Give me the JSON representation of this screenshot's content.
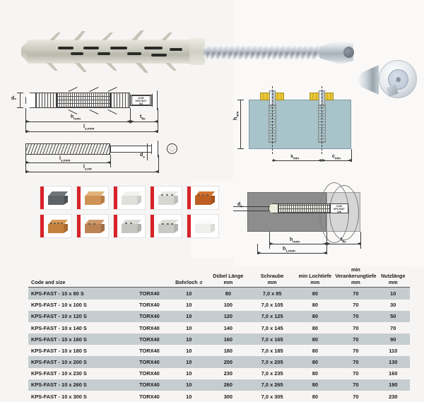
{
  "product": {
    "photo_alt": "frame-anchor-with-countersunk-torx-screw",
    "callout_alt": "torx-screw-head-detail"
  },
  "drawings": {
    "plug_elevation": {
      "label_d0": "d₀",
      "label_hnom": "h",
      "label_hnom_sub": "nom",
      "label_tfix": "t",
      "label_tfix_sub": "fix",
      "label_ltot": "l",
      "label_ltot_sub": "s,nom",
      "plug_marking_line1": "10-80",
      "plug_marking_line2": "KPS-FAST",
      "plug_marking_line3": "10S"
    },
    "screw_elevation": {
      "label_lsnom": "l",
      "label_lsnom_sub": "s,nom",
      "label_lstot": "l",
      "label_lstot_sub": "s,tot",
      "label_ds": "d",
      "label_ds_sub": "s",
      "drive_symbol": "torx-drive-symbol"
    },
    "installation": {
      "label_hmin": "h",
      "label_hmin_sub": "min",
      "label_smin": "s",
      "label_smin_sub": "min",
      "label_cmin": "c",
      "label_cmin_sub": "min"
    },
    "section": {
      "label_d0": "d",
      "label_d0_sub": "0",
      "label_hnom": "h",
      "label_hnom_sub": "nom",
      "label_h1nom": "h",
      "label_h1nom_sub": "1,nom",
      "label_tfix": "t",
      "label_tfix_sub": "fix",
      "marking_line1": "10-80",
      "marking_line2": "KPS-FAST",
      "marking_line3": "10S"
    }
  },
  "materials": {
    "heading_alt": "approved-base-materials",
    "items": [
      {
        "name": "concrete-block",
        "top": "#6f7478",
        "front": "#5e6367",
        "side": "#4b4f53",
        "holes": []
      },
      {
        "name": "solid-clay-brick",
        "top": "#e2b27c",
        "front": "#cf9355",
        "side": "#b87d43",
        "holes": []
      },
      {
        "name": "aerated-concrete-block",
        "top": "#f2f2f0",
        "front": "#e0e0dd",
        "side": "#cacac6",
        "holes": []
      },
      {
        "name": "hollow-concrete-block",
        "top": "#e8e8e6",
        "front": "#d6d6d3",
        "side": "#bdbdb9",
        "holes": [
          [
            4,
            3
          ],
          [
            11,
            3
          ],
          [
            18,
            3
          ]
        ]
      },
      {
        "name": "vertically-perforated-brick",
        "top": "#d3732f",
        "front": "#bd5f22",
        "side": "#a44f19",
        "holes": [
          [
            4,
            3
          ],
          [
            10,
            3
          ],
          [
            16,
            3
          ]
        ]
      },
      {
        "name": "perforated-clay-brick",
        "top": "#d89a56",
        "front": "#c4813c",
        "side": "#a96a2c",
        "holes": [
          [
            3,
            3
          ],
          [
            8,
            3
          ],
          [
            13,
            3
          ],
          [
            18,
            3
          ]
        ]
      },
      {
        "name": "hollow-clay-block",
        "top": "#cf9a6a",
        "front": "#bb8254",
        "side": "#a26d43",
        "holes": [
          [
            5,
            4
          ],
          [
            12,
            4
          ]
        ]
      },
      {
        "name": "lightweight-hollow-block",
        "top": "#d9d9d6",
        "front": "#c5c5c1",
        "side": "#aeaeaa",
        "holes": [
          [
            5,
            3
          ],
          [
            12,
            3
          ]
        ]
      },
      {
        "name": "solid-lightweight-block",
        "top": "#dcdcd9",
        "front": "#c9c9c5",
        "side": "#b2b2ae",
        "holes": [
          [
            5,
            4
          ],
          [
            12,
            4
          ],
          [
            18,
            4
          ]
        ]
      },
      {
        "name": "aerated-autoclaved-block",
        "top": "#fafafa",
        "front": "#efefee",
        "side": "#dadad7",
        "holes": []
      }
    ]
  },
  "table": {
    "headers": {
      "code": "Code and size",
      "drive": "",
      "bohrloch": "Bohrloch",
      "bohrloch_unit": "⌀",
      "duebel": "Dübel Länge",
      "duebel_unit": "mm",
      "schraube": "Schraube",
      "schraube_unit": "mm",
      "lochtiefe": "min Lochtiefe",
      "lochtiefe_unit": "mm",
      "verankerung": "min Verankerungtiefe",
      "verankerung_unit": "mm",
      "nutzlaenge": "Nutzlänge",
      "nutzlaenge_unit": "mm"
    },
    "rows": [
      {
        "code": "KPS-FAST - 10 x 80 S",
        "drive": "TORX40",
        "bohrloch": "10",
        "duebel": "80",
        "schraube": "7,0 x 85",
        "lochtiefe": "80",
        "verankerung": "70",
        "nutzlaenge": "10"
      },
      {
        "code": "KPS-FAST - 10 x 100 S",
        "drive": "TORX40",
        "bohrloch": "10",
        "duebel": "100",
        "schraube": "7,0 x 105",
        "lochtiefe": "80",
        "verankerung": "70",
        "nutzlaenge": "30"
      },
      {
        "code": "KPS-FAST - 10 x 120 S",
        "drive": "TORX40",
        "bohrloch": "10",
        "duebel": "120",
        "schraube": "7,0 x 125",
        "lochtiefe": "80",
        "verankerung": "70",
        "nutzlaenge": "50"
      },
      {
        "code": "KPS-FAST - 10 x 140 S",
        "drive": "TORX40",
        "bohrloch": "10",
        "duebel": "140",
        "schraube": "7,0 x 145",
        "lochtiefe": "80",
        "verankerung": "70",
        "nutzlaenge": "70"
      },
      {
        "code": "KPS-FAST - 10 x 160 S",
        "drive": "TORX40",
        "bohrloch": "10",
        "duebel": "160",
        "schraube": "7,0 x 165",
        "lochtiefe": "80",
        "verankerung": "70",
        "nutzlaenge": "90"
      },
      {
        "code": "KPS-FAST - 10 x 180 S",
        "drive": "TORX40",
        "bohrloch": "10",
        "duebel": "180",
        "schraube": "7,0 x 185",
        "lochtiefe": "80",
        "verankerung": "70",
        "nutzlaenge": "110"
      },
      {
        "code": "KPS-FAST - 10 x 200 S",
        "drive": "TORX40",
        "bohrloch": "10",
        "duebel": "200",
        "schraube": "7,0 x 205",
        "lochtiefe": "80",
        "verankerung": "70",
        "nutzlaenge": "130"
      },
      {
        "code": "KPS-FAST - 10 x 230 S",
        "drive": "TORX40",
        "bohrloch": "10",
        "duebel": "230",
        "schraube": "7,0 x 235",
        "lochtiefe": "80",
        "verankerung": "70",
        "nutzlaenge": "160"
      },
      {
        "code": "KPS-FAST - 10 x 260 S",
        "drive": "TORX40",
        "bohrloch": "10",
        "duebel": "260",
        "schraube": "7,0 x 265",
        "lochtiefe": "80",
        "verankerung": "70",
        "nutzlaenge": "190"
      },
      {
        "code": "KPS-FAST - 10 x 300 S",
        "drive": "TORX40",
        "bohrloch": "10",
        "duebel": "300",
        "schraube": "7,0 x 305",
        "lochtiefe": "80",
        "verankerung": "70",
        "nutzlaenge": "230"
      }
    ]
  },
  "colors": {
    "page_bg": "#f7f5f3",
    "row_shade": "#c5cdd0",
    "accent_red": "#d8232a",
    "wall_blue": "#a9c3cb",
    "batten_yellow": "#e9c83c"
  }
}
